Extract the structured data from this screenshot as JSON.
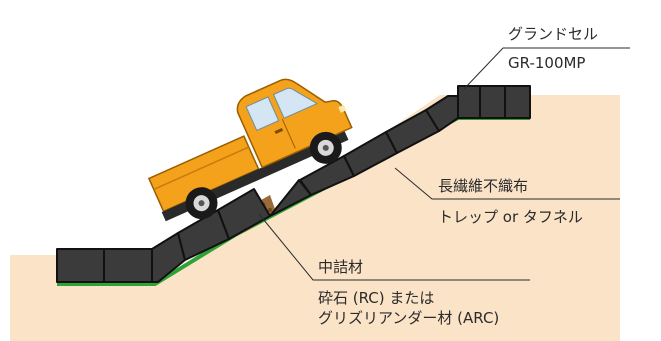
{
  "labels": {
    "product_name": "グランドセル",
    "product_model": "GR-100MP",
    "fabric_name": "長繊維不織布",
    "fabric_product": "トレップ or タフネル",
    "infill_name": "中詰材",
    "infill_desc_line1": "砕石 (RC) または",
    "infill_desc_line2": "グリズリアンダー材 (ARC)"
  },
  "colors": {
    "ground": "#fbe3c8",
    "cell_fill": "#3b3b3b",
    "cell_stroke": "#111111",
    "geotextile": "#2fa236",
    "truck_body": "#f4a11c",
    "leader": "#2b2b2b",
    "infill": "#9a6a38"
  }
}
